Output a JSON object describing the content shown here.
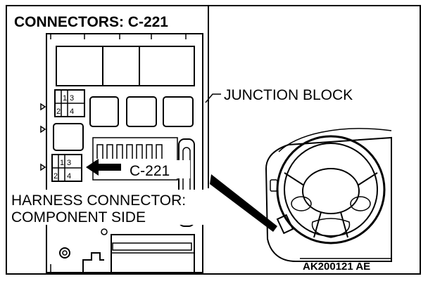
{
  "title": "CONNECTORS: C-221",
  "junction_block_label": "JUNCTION BLOCK",
  "connector_callout": "C-221",
  "harness_label_line1": "HARNESS CONNECTOR:",
  "harness_label_line2": "COMPONENT SIDE",
  "figure_ref": "AK200121 AE",
  "connector_pins": [
    "1",
    "2",
    "3",
    "4"
  ]
}
